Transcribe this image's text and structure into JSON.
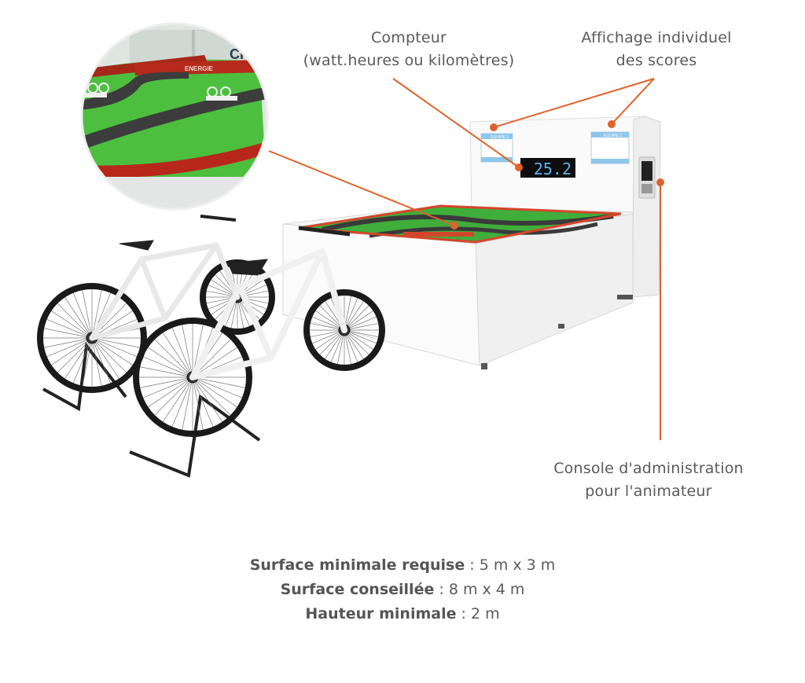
{
  "annotations": {
    "counter": {
      "line1": "Compteur",
      "line2": "(watt.heures ou kilomètres)"
    },
    "scores": {
      "line1": "Affichage individuel",
      "line2": "des scores"
    },
    "console": {
      "line1": "Console d'administration",
      "line2": "pour l'animateur"
    }
  },
  "illustration": {
    "counter_display": "25.2",
    "team1_label": "EQUIPE 1",
    "team2_label": "EQUIPE 2",
    "inset_banner": "ENERGIE"
  },
  "specs": [
    {
      "label": "Surface minimale requise",
      "value": " : 5 m x 3 m"
    },
    {
      "label": "Surface conseillée",
      "value": " : 8 m x 4 m"
    },
    {
      "label": "Hauteur minimale",
      "value": " : 2 m"
    }
  ],
  "colors": {
    "accent": "#e0622b",
    "grass": "#3fae3a",
    "track": "#3a3a3a",
    "barrier": "#c0301e",
    "display": "#5ab4f0"
  }
}
